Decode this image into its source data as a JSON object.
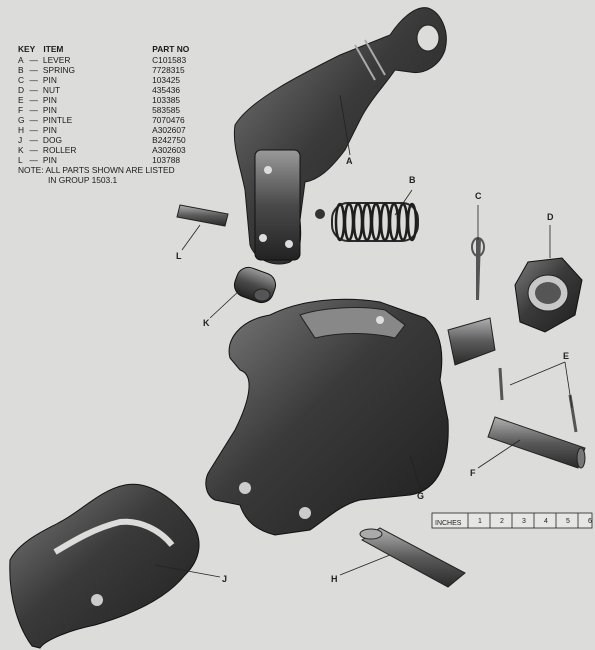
{
  "parts_table": {
    "header": {
      "key": "KEY",
      "item": "ITEM",
      "part_no": "PART NO"
    },
    "rows": [
      {
        "key": "A",
        "item": "LEVER",
        "part_no": "C101583"
      },
      {
        "key": "B",
        "item": "SPRING",
        "part_no": "7728315"
      },
      {
        "key": "C",
        "item": "PIN",
        "part_no": "103425"
      },
      {
        "key": "D",
        "item": "NUT",
        "part_no": "435436"
      },
      {
        "key": "E",
        "item": "PIN",
        "part_no": "103385"
      },
      {
        "key": "F",
        "item": "PIN",
        "part_no": "583585"
      },
      {
        "key": "G",
        "item": "PINTLE",
        "part_no": "7070476"
      },
      {
        "key": "H",
        "item": "PIN",
        "part_no": "A302607"
      },
      {
        "key": "J",
        "item": "DOG",
        "part_no": "B242750"
      },
      {
        "key": "K",
        "item": "ROLLER",
        "part_no": "A302603"
      },
      {
        "key": "L",
        "item": "PIN",
        "part_no": "103788"
      }
    ],
    "note_line1": "NOTE: ALL PARTS SHOWN ARE LISTED",
    "note_line2": "IN GROUP 1503.1"
  },
  "scale": {
    "label": "INCHES",
    "ticks": [
      "1",
      "2",
      "3",
      "4",
      "5",
      "6"
    ]
  },
  "callouts": {
    "A": "A",
    "B": "B",
    "C": "C",
    "D": "D",
    "E": "E",
    "F": "F",
    "G": "G",
    "H": "H",
    "J": "J",
    "K": "K",
    "L": "L"
  },
  "colors": {
    "paper": "#dcdcda",
    "metal_dark": "#2b2b2b",
    "metal_mid": "#555555",
    "metal_light": "#8a8a8a",
    "ink": "#222222"
  }
}
